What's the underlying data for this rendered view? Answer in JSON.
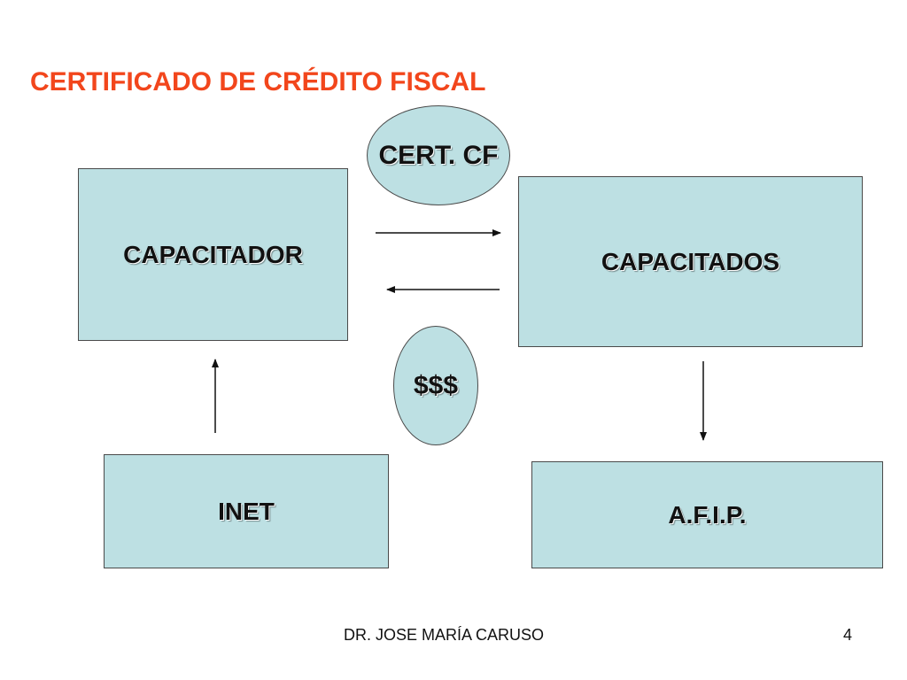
{
  "slide": {
    "title": "CERTIFICADO DE CRÉDITO FISCAL",
    "title_color": "#f2461c",
    "shape_fill": "#bde0e3",
    "shape_border": "#4a4a4a"
  },
  "nodes": {
    "capacitador": "CAPACITADOR",
    "capacitados": "CAPACITADOS",
    "inet": "INET",
    "afip": "A.F.I.P.",
    "cert_cf": "CERT. CF",
    "money": "$$$"
  },
  "edges": [
    {
      "from": "CAPACITADOR",
      "to": "CAPACITADOS"
    },
    {
      "from": "CAPACITADOS",
      "to": "CAPACITADOR"
    },
    {
      "from": "INET",
      "to": "CAPACITADOR"
    },
    {
      "from": "CAPACITADOS",
      "to": "A.F.I.P."
    }
  ],
  "footer": {
    "author": "DR. JOSE MARÍA CARUSO",
    "page_number": "4"
  }
}
